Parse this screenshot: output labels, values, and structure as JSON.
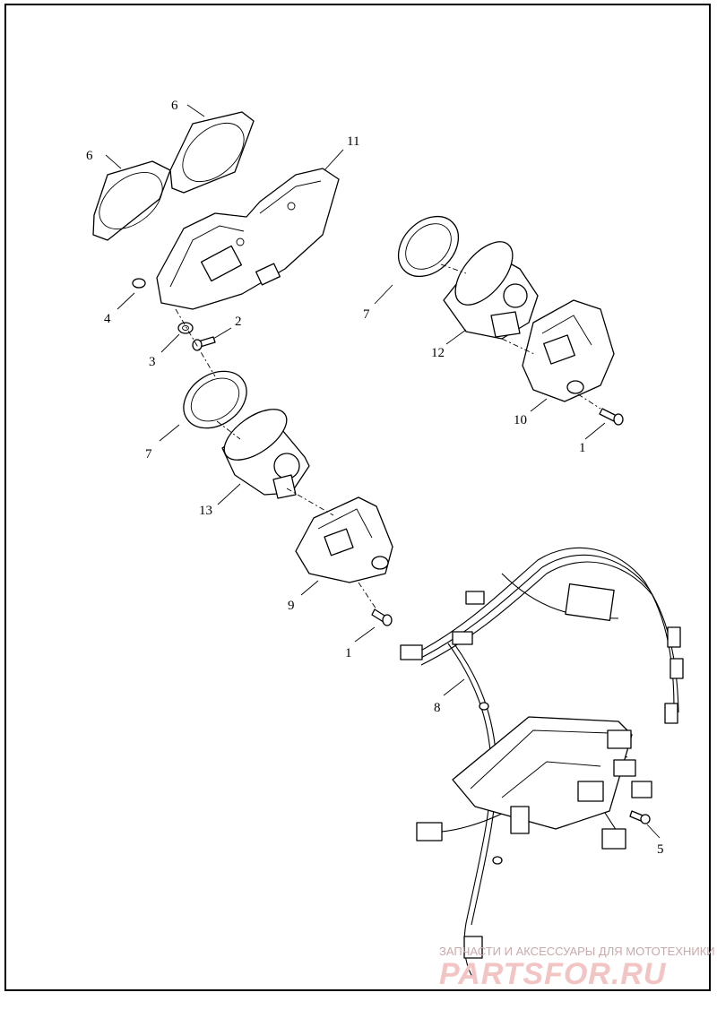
{
  "callouts": [
    "1",
    "1",
    "2",
    "3",
    "4",
    "5",
    "6",
    "6",
    "7",
    "7",
    "8",
    "9",
    "10",
    "11",
    "12",
    "13"
  ],
  "watermark": {
    "line1": "ЗАПЧАСТИ И АКСЕССУАРЫ ДЛЯ МОТОТЕХНИКИ",
    "line2": "PARTSFOR.RU"
  }
}
